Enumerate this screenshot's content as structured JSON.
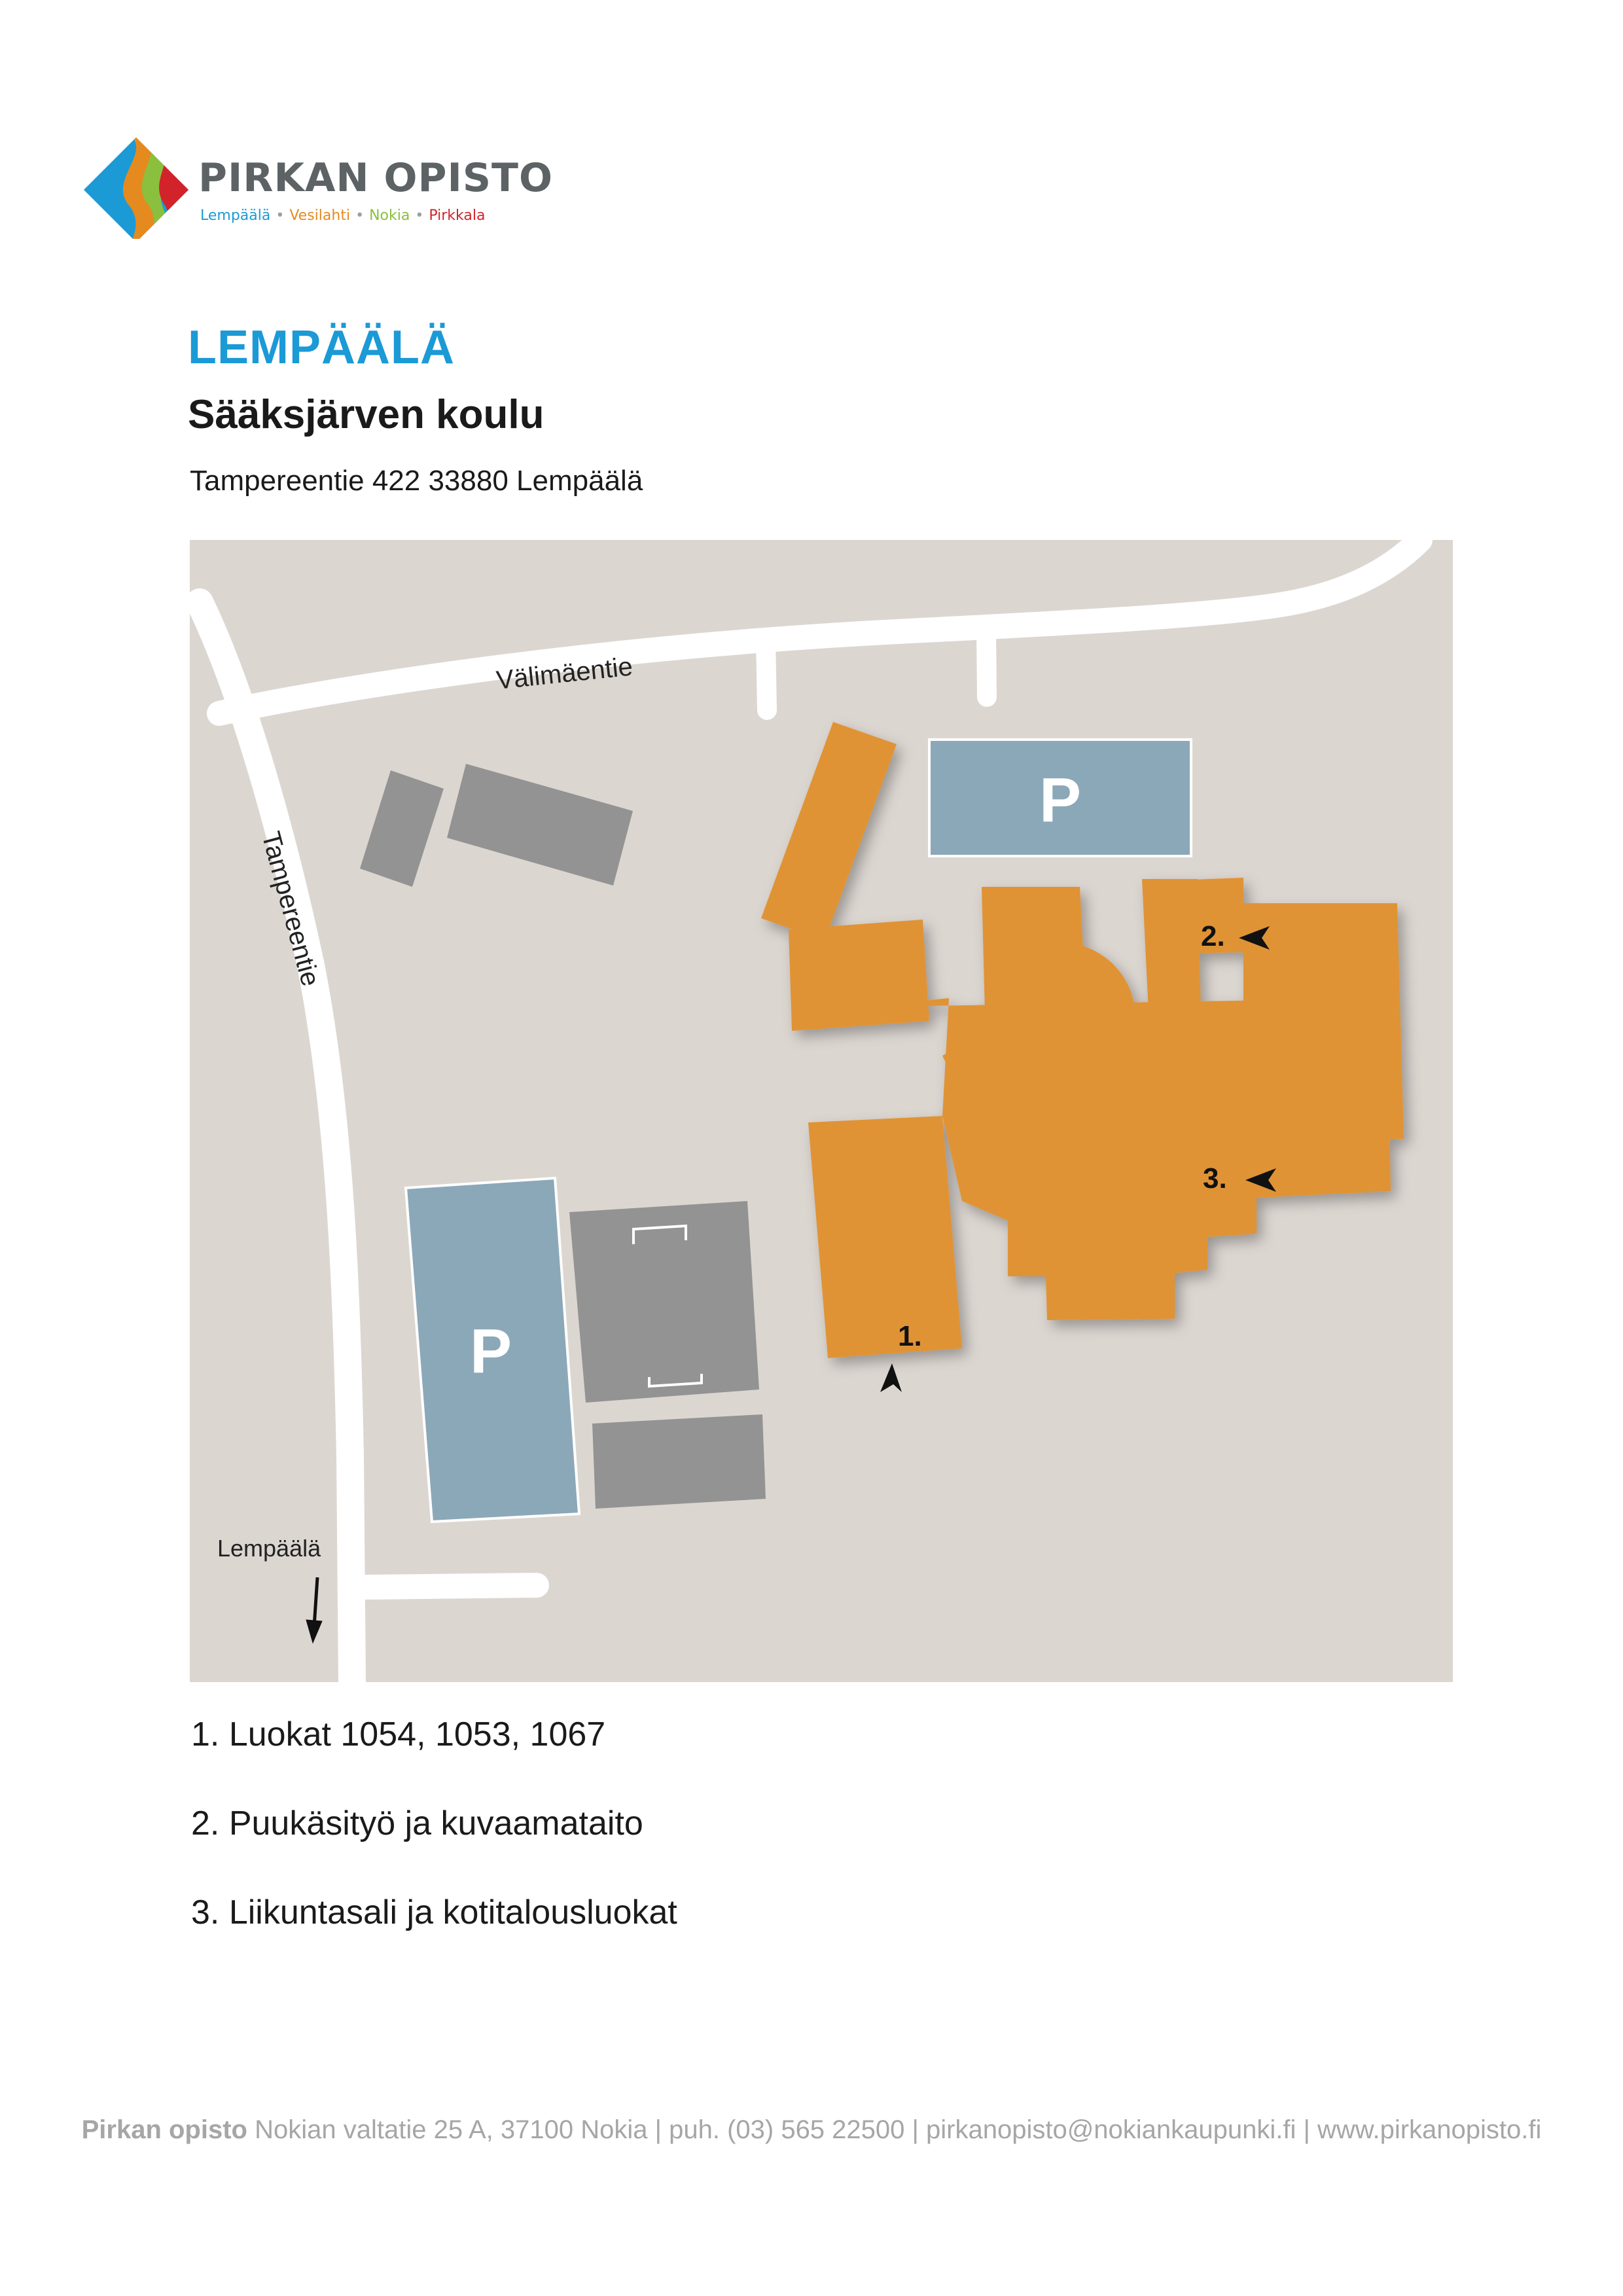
{
  "header": {
    "brand_name": "PIRKAN OPISTO",
    "towns": [
      "Lempäälä",
      "Vesilahti",
      "Nokia",
      "Pirkkala"
    ],
    "town_colors": [
      "#1b9ad6",
      "#e58a1f",
      "#8bbf3e",
      "#d2232a"
    ],
    "separator": "•"
  },
  "location": {
    "region": "LEMPÄÄLÄ",
    "school": "Sääksjärven koulu",
    "address": "Tampereentie 422 33880 Lempäälä"
  },
  "map": {
    "road_valimaentie": "Välimäentie",
    "road_tampereentie": "Tampereentie",
    "direction_label": "Lempäälä",
    "parking_label": "P",
    "entrance_1": "1.",
    "entrance_2": "2.",
    "entrance_3": "3.",
    "colors": {
      "background": "#dcd6d1",
      "road": "#ffffff",
      "building": "#e09334",
      "parking": "#8ba8b8",
      "other_buildings": "#939393"
    }
  },
  "legend": [
    "1. Luokat 1054, 1053, 1067",
    "2. Puukäsityö ja kuvaamataito",
    "3. Liikuntasali ja kotitalousluokat"
  ],
  "footer": {
    "org": "Pirkan opisto",
    "details": " Nokian valtatie 25 A, 37100 Nokia | puh. (03) 565 22500 | pirkanopisto@nokiankaupunki.fi | www.pirkanopisto.fi"
  }
}
